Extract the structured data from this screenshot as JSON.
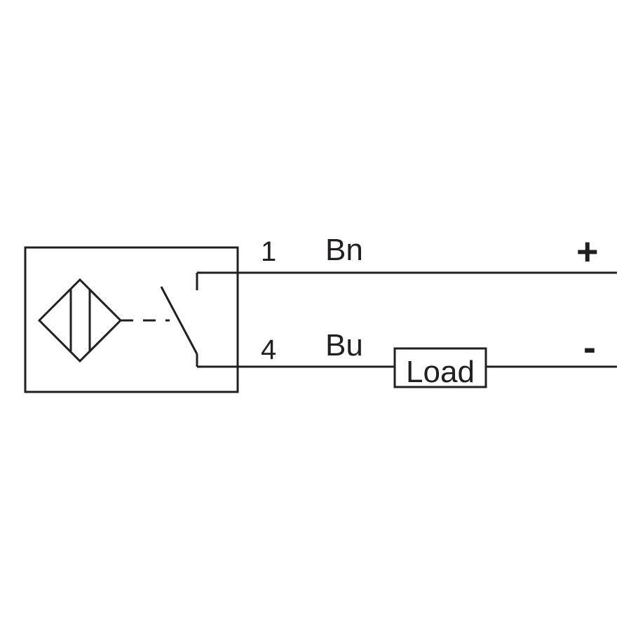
{
  "pins": {
    "top_number": "1",
    "bottom_number": "4"
  },
  "wires": {
    "top_color": "Bn",
    "bottom_color": "Bu"
  },
  "polarity": {
    "top": "+",
    "bottom": "-"
  },
  "load": {
    "label": "Load"
  },
  "colors": {
    "ink": "#231f20",
    "background": "#ffffff"
  },
  "icons": {
    "sensor": "inductive-sensor-diamond-icon",
    "switch": "normally-open-switch-icon"
  }
}
